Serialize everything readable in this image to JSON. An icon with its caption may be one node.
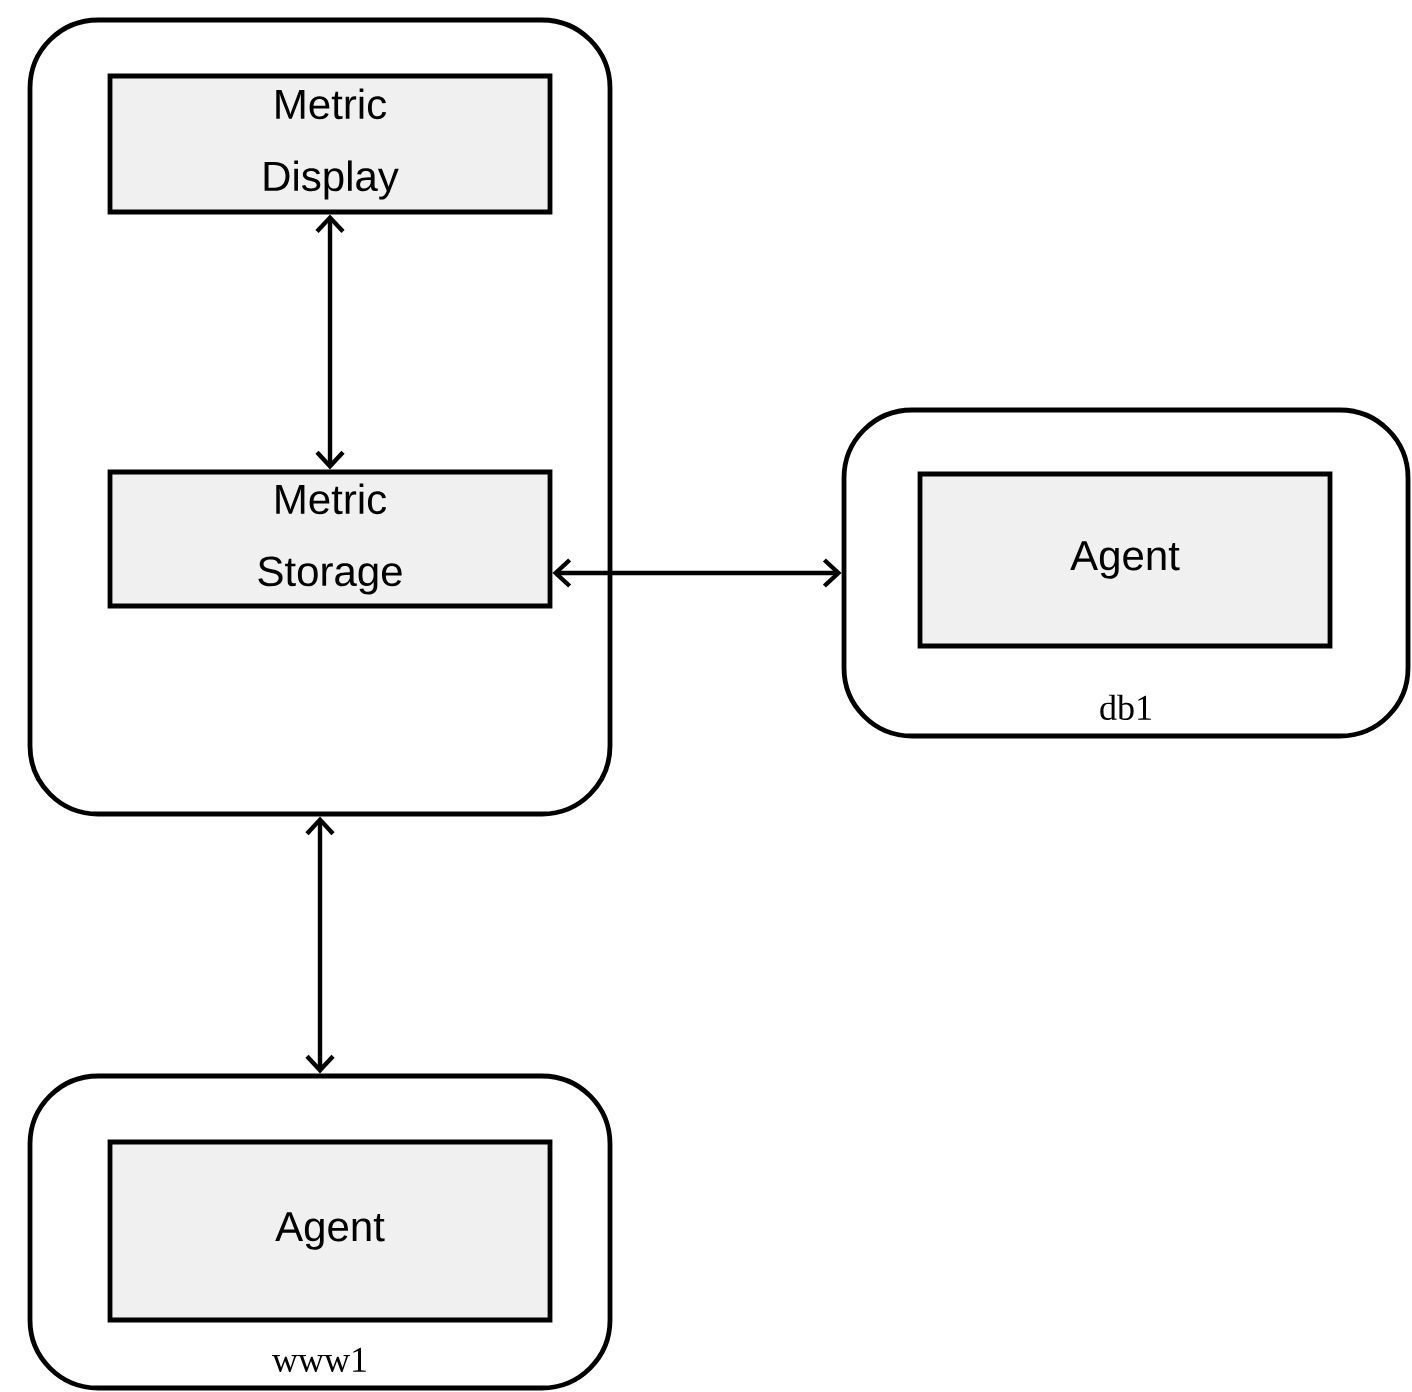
{
  "diagram": {
    "nodes": [
      {
        "text": [],
        "shape": "box"
      },
      {
        "text": [
          "Metric Display"
        ],
        "in": 0
      },
      {
        "text": [
          "Metric Storage"
        ],
        "in": 0
      },
      {
        "text": [
          "db1"
        ]
      },
      {
        "text": [
          "Agent"
        ],
        "in": 3
      },
      {
        "text": [
          "www1"
        ]
      },
      {
        "text": [
          "Agent"
        ],
        "in": 5
      }
    ],
    "edges": [
      {
        "from": 1,
        "to": 2,
        "arrow": "both"
      },
      {
        "from": 2,
        "to": 3,
        "arrow": "both"
      },
      {
        "from": 0,
        "to": 5,
        "arrow": "both"
      }
    ]
  }
}
